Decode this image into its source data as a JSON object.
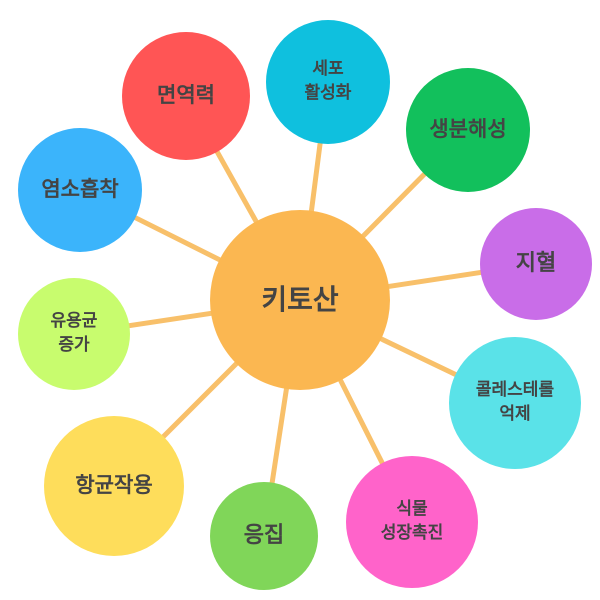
{
  "center": {
    "label": "키토산",
    "color": "#FBB751"
  },
  "link_color": "#F8C06A",
  "nodes": [
    {
      "id": "immunity",
      "label": "면역력",
      "color": "#FF5555"
    },
    {
      "id": "cell-activation",
      "label": "세포\n활성화",
      "color": "#0FC0DE"
    },
    {
      "id": "biodegradability",
      "label": "생분해성",
      "color": "#12C05C"
    },
    {
      "id": "chlorine-adsorption",
      "label": "염소흡착",
      "color": "#3BB4FB"
    },
    {
      "id": "hemostasis",
      "label": "지혈",
      "color": "#C96DE8"
    },
    {
      "id": "probiotics-increase",
      "label": "유용균\n증가",
      "color": "#C8FC6E"
    },
    {
      "id": "cholesterol-suppression",
      "label": "콜레스테롤\n억제",
      "color": "#5AE2E8"
    },
    {
      "id": "antibacterial",
      "label": "항균작용",
      "color": "#FEDD5B"
    },
    {
      "id": "coagulation",
      "label": "응집",
      "color": "#80D659"
    },
    {
      "id": "plant-growth",
      "label": "식물\n성장촉진",
      "color": "#FF63CA"
    }
  ]
}
